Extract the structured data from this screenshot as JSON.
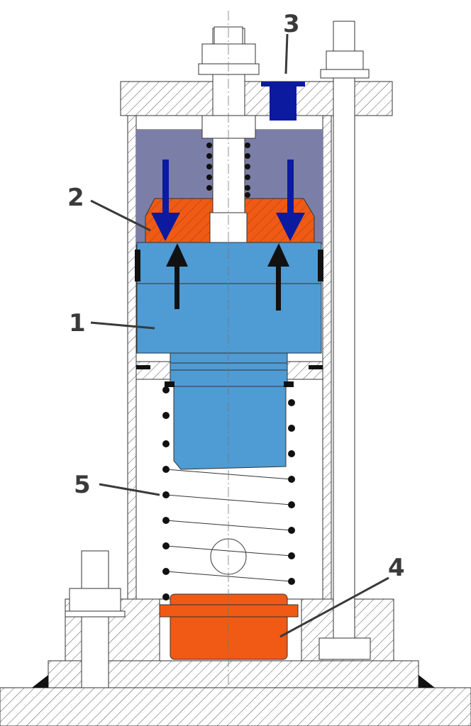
{
  "labels": {
    "piston": "1",
    "pressure_plate": "2",
    "inlet_port": "3",
    "bottom_stop": "4",
    "spring": "5"
  },
  "colors": {
    "piston_blue": "#4f9bd4",
    "orange": "#f05a14",
    "chamber_gray": "#7b7fa8",
    "port_blue": "#0c1aa0",
    "arrow_down": "#0c1aa0",
    "arrow_up": "#111111",
    "label": "#3a3a3a"
  }
}
